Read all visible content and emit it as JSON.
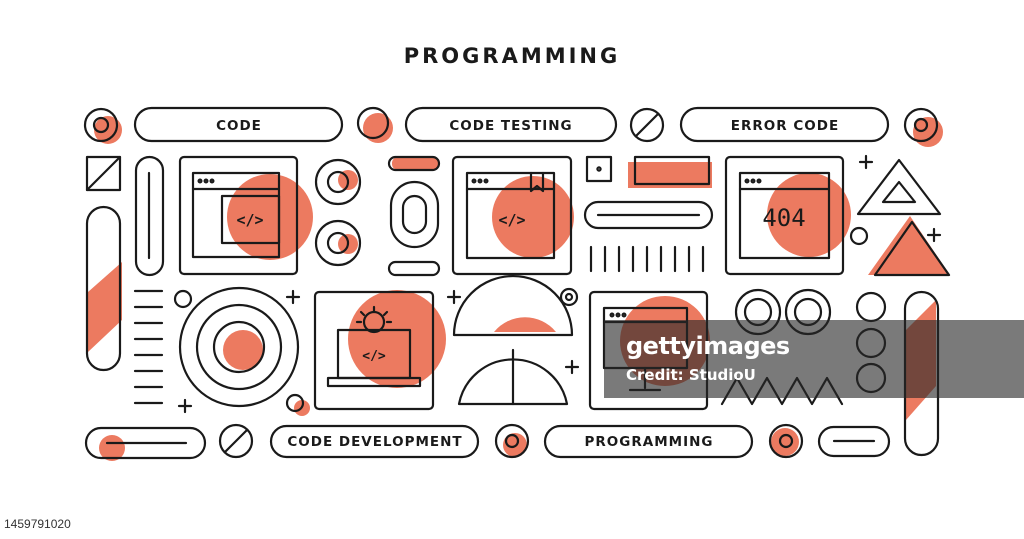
{
  "title": "PROGRAMMING",
  "labels": {
    "code": "CODE",
    "code_testing": "CODE TESTING",
    "error_code": "ERROR CODE",
    "code_development": "CODE DEVELOPMENT",
    "programming": "PROGRAMMING"
  },
  "icons": {
    "code_tag": "</>",
    "error": "404"
  },
  "watermark": {
    "brand": "gettyimages",
    "credit": "Credit: StudioU"
  },
  "image_id": "1459791020",
  "colors": {
    "accent": "#ec7a60",
    "stroke": "#1a1a1a",
    "background": "#ffffff"
  }
}
